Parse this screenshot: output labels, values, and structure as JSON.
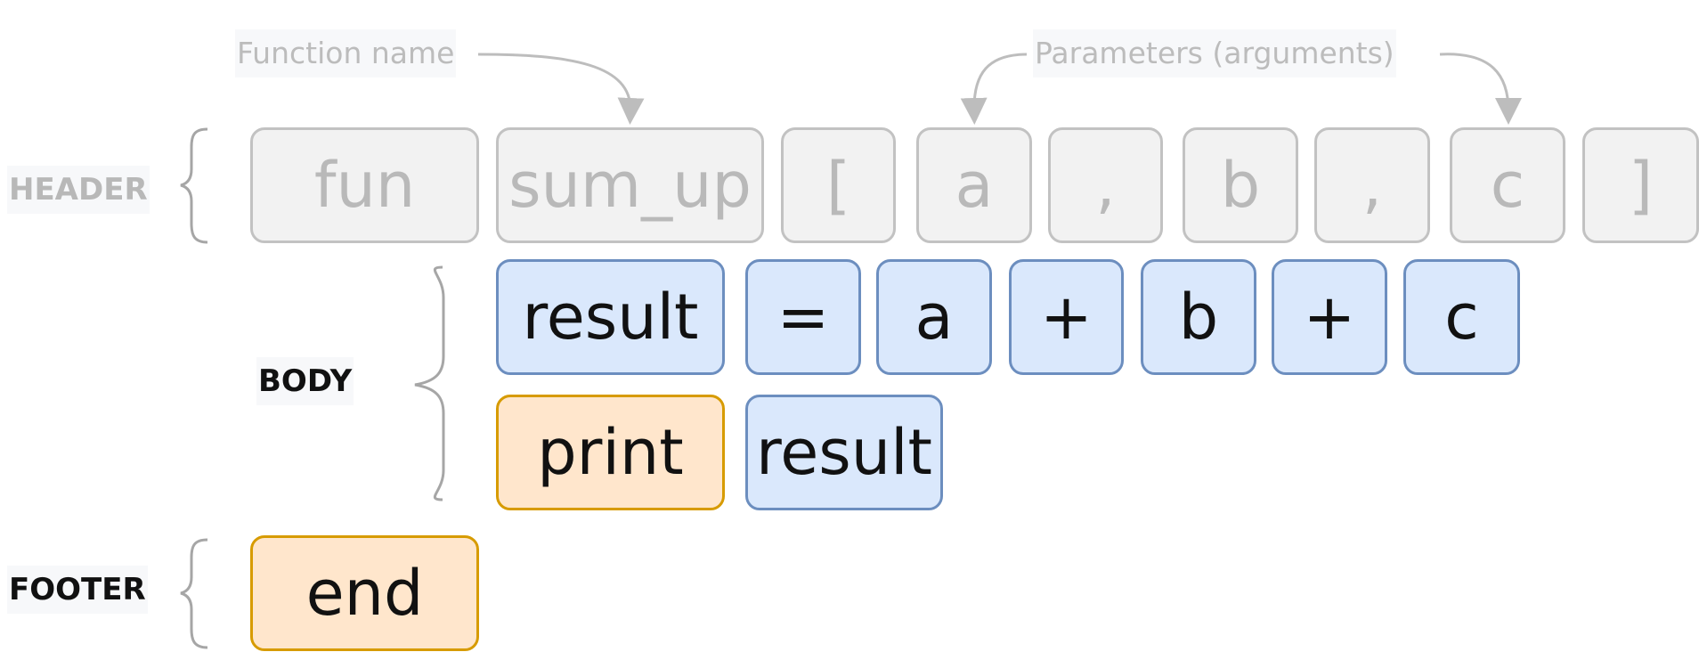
{
  "annotations": {
    "function_name": "Function name",
    "parameters": "Parameters (arguments)"
  },
  "sections": {
    "header": "HEADER",
    "body": "BODY",
    "footer": "FOOTER"
  },
  "header_tokens": [
    "fun",
    "sum_up",
    "[",
    "a",
    ",",
    "b",
    ",",
    "c",
    "]"
  ],
  "body_line1_tokens": [
    "result",
    "=",
    "a",
    "+",
    "b",
    "+",
    "c"
  ],
  "body_line2_tokens": [
    "print",
    "result"
  ],
  "footer_tokens": [
    "end"
  ],
  "colors": {
    "grey_fill": "#f2f2f2",
    "grey_border": "#c2c2c2",
    "blue_fill": "#dae8fc",
    "blue_border": "#6c8ebf",
    "orange_fill": "#ffe6cc",
    "orange_border": "#d79b00",
    "bracket_grey": "#a6a6a6",
    "arrow_grey": "#bdbdbd"
  }
}
